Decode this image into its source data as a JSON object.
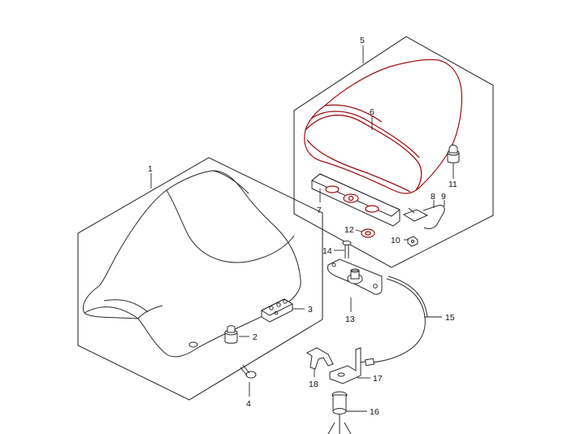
{
  "diagram": {
    "highlight_color": "#9b1111",
    "line_color": "#2a2a2a",
    "callouts": [
      "1",
      "2",
      "3",
      "4",
      "5",
      "6",
      "7",
      "8",
      "9",
      "10",
      "11",
      "12",
      "13",
      "14",
      "15",
      "16",
      "17",
      "18"
    ]
  }
}
